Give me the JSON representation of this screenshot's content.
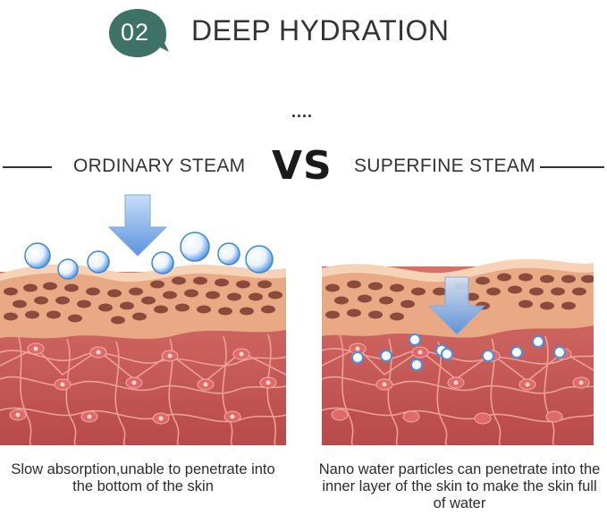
{
  "header": {
    "badge_number": "02",
    "title": "DEEP HYDRATION",
    "dots": "...."
  },
  "comparison": {
    "left_label": "ORDINARY STEAM",
    "vs_label": "VS",
    "right_label": "SUPERFINE STEAM"
  },
  "captions": {
    "left": "Slow absorption,unable to penetrate into the bottom of the skin",
    "right": "Nano water particles can penetrate into the inner layer of the skin to make the skin full of water"
  },
  "colors": {
    "badge": "#3f7266",
    "skin_surface": "#f7d3b8",
    "fat_layer": "#e6a27f",
    "dermis": "#c85a57",
    "droplet": "#5a9fe0",
    "arrow": "#6fa8e8"
  }
}
